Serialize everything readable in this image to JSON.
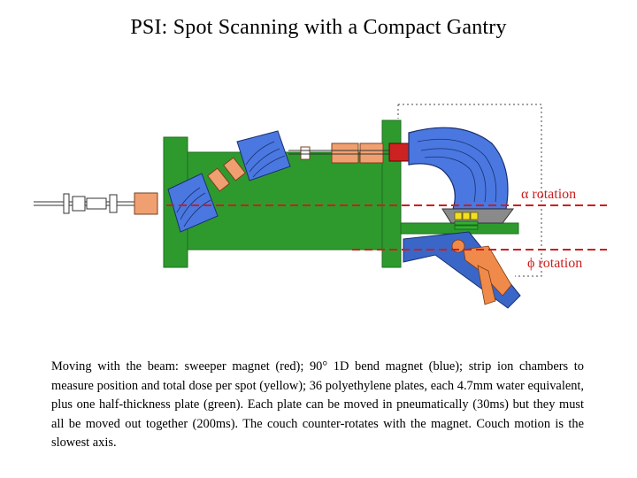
{
  "title": "PSI: Spot Scanning with a Compact Gantry",
  "labels": {
    "alpha_symbol": "α",
    "alpha_text": "rotation",
    "phi_symbol": "ϕ",
    "phi_text": "rotation"
  },
  "caption": "Moving with the beam: sweeper magnet (red); 90° 1D bend magnet (blue); strip ion chambers to measure position and total dose per spot (yellow); 36 polyethylene plates, each 4.7mm water equivalent, plus one half-thickness plate (green). Each plate can be moved in pneumatically (30ms) but they must all be moved out together (200ms). The couch counter-rotates with the magnet. Couch motion is the slowest axis.",
  "colors": {
    "gantry": "#2e9a2e",
    "dipole": "#4a78e0",
    "sweeper": "#cc2222",
    "quadrupole": "#f0a070",
    "chambers": "#f2e020",
    "plates": "#30b030",
    "couch": "#3a66c8",
    "patient": "#f08a4a",
    "axis_line": "#cc1e1e"
  }
}
